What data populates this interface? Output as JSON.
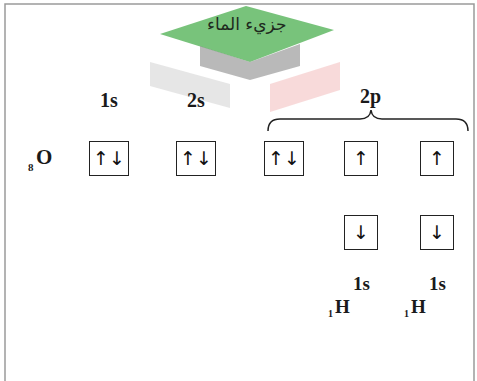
{
  "diagram": {
    "title": "جزيء الماء",
    "nodes": [
      {
        "text": [
          "↑↓"
        ]
      },
      {
        "text": [
          "↑↓"
        ]
      },
      {
        "text": [
          "↑↓"
        ]
      },
      {
        "text": [
          "↑"
        ]
      },
      {
        "text": [
          "↑"
        ]
      },
      {
        "text": [
          "↓"
        ]
      },
      {
        "text": [
          "↓"
        ]
      }
    ],
    "labels": [
      "1s",
      "2s",
      "2p",
      "8",
      "O",
      "1s",
      "1",
      "H",
      "1s",
      "1",
      "H"
    ]
  }
}
